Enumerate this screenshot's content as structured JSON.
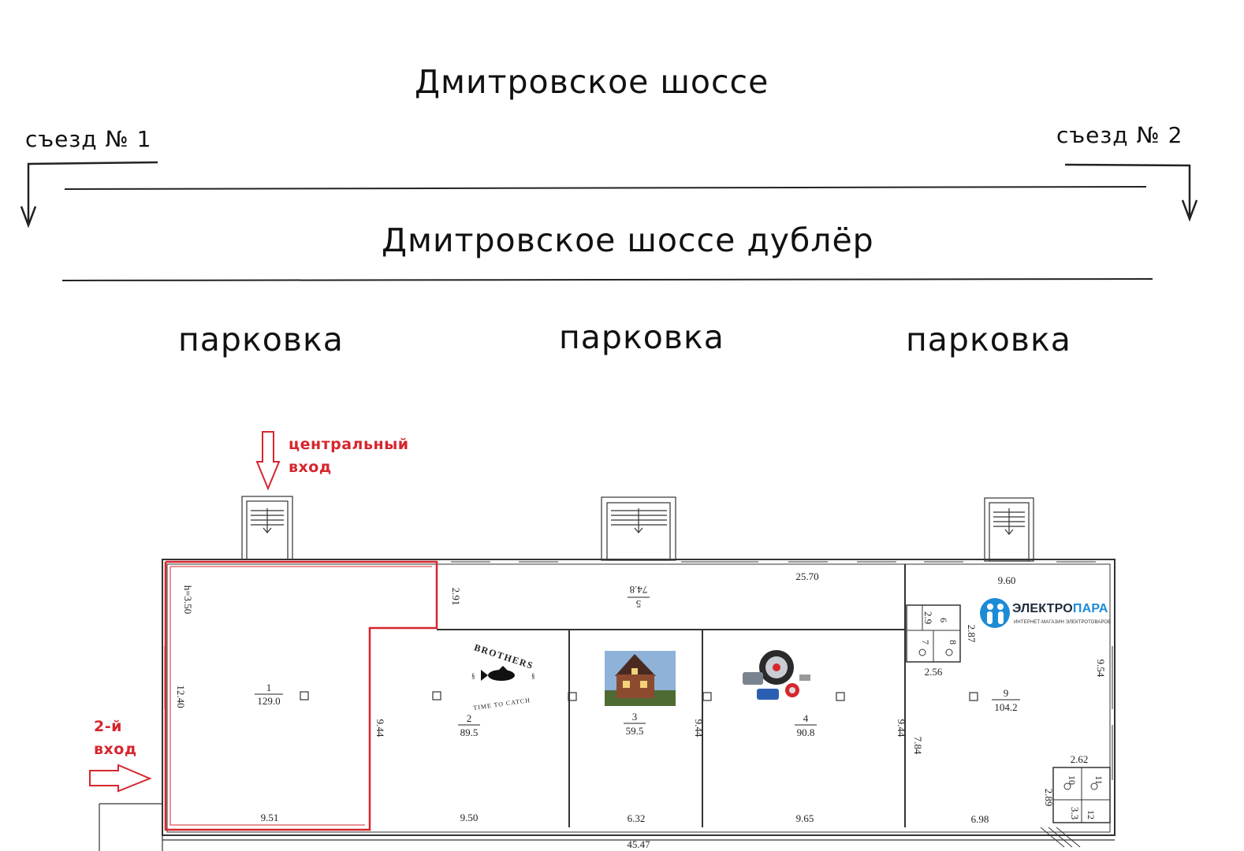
{
  "roads": {
    "main": "Дмитровское шоссе",
    "duplicate": "Дмитровское шоссе дублёр"
  },
  "exits": {
    "exit1": "съезд № 1",
    "exit2": "съезд № 2"
  },
  "parking": [
    "парковка",
    "парковка",
    "парковка"
  ],
  "entrances": {
    "main_line1": "центральный",
    "main_line2": "вход",
    "second_line1": "2-й",
    "second_line2": "вход"
  },
  "rooms": [
    {
      "number": "1",
      "area": "129.0"
    },
    {
      "number": "2",
      "area": "89.5"
    },
    {
      "number": "3",
      "area": "59.5"
    },
    {
      "number": "4",
      "area": "90.8"
    },
    {
      "number": "5",
      "area": "74.8"
    },
    {
      "number": "9",
      "area": "104.2"
    }
  ],
  "small_rooms": [
    "6",
    "7",
    "8",
    "10",
    "11",
    "12"
  ],
  "dimensions": {
    "r1_width": "9.51",
    "r1_height": "12.40",
    "r1_ceiling": "h=3.50",
    "r2_width": "9.50",
    "r2_height": "9.44",
    "r3_width": "6.32",
    "r3_height": "9.44",
    "r4_width": "9.65",
    "r4_height": "9.44",
    "r5_width": "25.70",
    "r5_height": "2.91",
    "r9_top": "9.60",
    "r9_side": "9.54",
    "r9_bottom": "6.98",
    "wc_height_top": "2.87",
    "wc_height_top_small": "2.9",
    "wc_width_top": "2.56",
    "mid_height": "7.84",
    "wc_width_bottom": "2.62",
    "wc_height_bottom": "2.89",
    "wc_small_bottom": "3.3",
    "total_width": "45.47"
  },
  "tenant_logos": {
    "brothers_top": "BROTHERS",
    "brothers_bottom": "TIME TO CATCH",
    "electro_name_a": "ЭЛЕКТРО",
    "electro_name_b": "ПАРА",
    "electro_sub": "ИНТЕРНЕТ-МАГАЗИН ЭЛЕКТРОТОВАРОВ"
  },
  "colors": {
    "highlight": "#d6262e",
    "electro_blue": "#1c8bd6"
  }
}
